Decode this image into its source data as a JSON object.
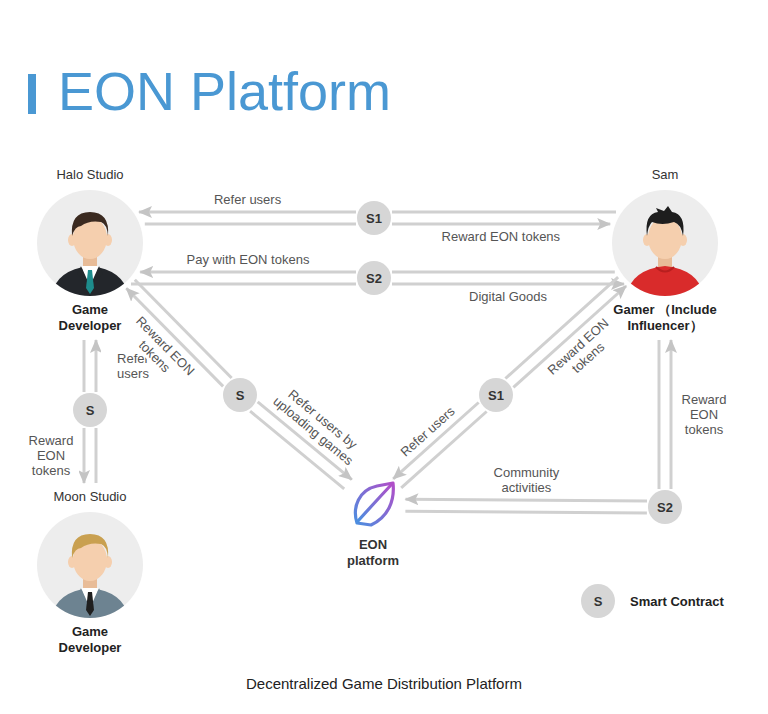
{
  "diagram": {
    "title": "EON Platform",
    "caption": "Decentralized Game Distribution Platform",
    "nodes": [
      {
        "text": [
          "Halo Studio",
          "Game Developer"
        ]
      },
      {
        "text": [
          "Sam",
          "Gamer （Include Influencer）"
        ]
      },
      {
        "text": [
          "S1"
        ]
      },
      {
        "text": [
          "S2"
        ]
      },
      {
        "text": [
          "S"
        ]
      },
      {
        "text": [
          "S"
        ]
      },
      {
        "text": [
          "S1"
        ]
      },
      {
        "text": [
          "Moon Studio",
          "Game Developer"
        ]
      },
      {
        "text": [
          "EON platform"
        ]
      },
      {
        "text": [
          "S2"
        ]
      }
    ],
    "edges": [
      {
        "from": 1,
        "to": 2,
        "arrow": "none"
      },
      {
        "from": 2,
        "to": 0,
        "label": "Refer users",
        "arrow": "to"
      },
      {
        "from": 0,
        "to": 2,
        "arrow": "none"
      },
      {
        "from": 2,
        "to": 1,
        "label": "Reward EON tokens",
        "arrow": "to"
      },
      {
        "from": 1,
        "to": 3,
        "arrow": "none"
      },
      {
        "from": 3,
        "to": 0,
        "label": "Pay with EON tokens",
        "arrow": "to"
      },
      {
        "from": 0,
        "to": 3,
        "arrow": "none"
      },
      {
        "from": 3,
        "to": 1,
        "label": "Digital Goods",
        "arrow": "to"
      },
      {
        "from": 7,
        "to": 4,
        "arrow": "none"
      },
      {
        "from": 4,
        "to": 0,
        "label": "Refer users",
        "arrow": "to"
      },
      {
        "from": 0,
        "to": 4,
        "arrow": "none"
      },
      {
        "from": 4,
        "to": 7,
        "label": "Reward EON tokens",
        "arrow": "to"
      },
      {
        "from": 8,
        "to": 5,
        "arrow": "none"
      },
      {
        "from": 5,
        "to": 0,
        "label": "Reward EON tokens",
        "arrow": "to"
      },
      {
        "from": 0,
        "to": 5,
        "arrow": "none"
      },
      {
        "from": 5,
        "to": 8,
        "label": "Refer users by uploading games",
        "arrow": "to"
      },
      {
        "from": 1,
        "to": 6,
        "arrow": "none"
      },
      {
        "from": 6,
        "to": 8,
        "label": "Refer users",
        "arrow": "to"
      },
      {
        "from": 8,
        "to": 6,
        "arrow": "none"
      },
      {
        "from": 6,
        "to": 1,
        "label": "Reward EON tokens",
        "arrow": "to"
      },
      {
        "from": 8,
        "to": 9,
        "arrow": "none"
      },
      {
        "from": 9,
        "to": 1,
        "label": "Reward EON tokens",
        "arrow": "to"
      },
      {
        "from": 1,
        "to": 9,
        "arrow": "none"
      },
      {
        "from": 9,
        "to": 8,
        "label": "Community activities",
        "arrow": "to"
      }
    ],
    "labels": [
      "S"
    ],
    "legend": [
      {
        "text": "Smart Contract"
      }
    ]
  }
}
